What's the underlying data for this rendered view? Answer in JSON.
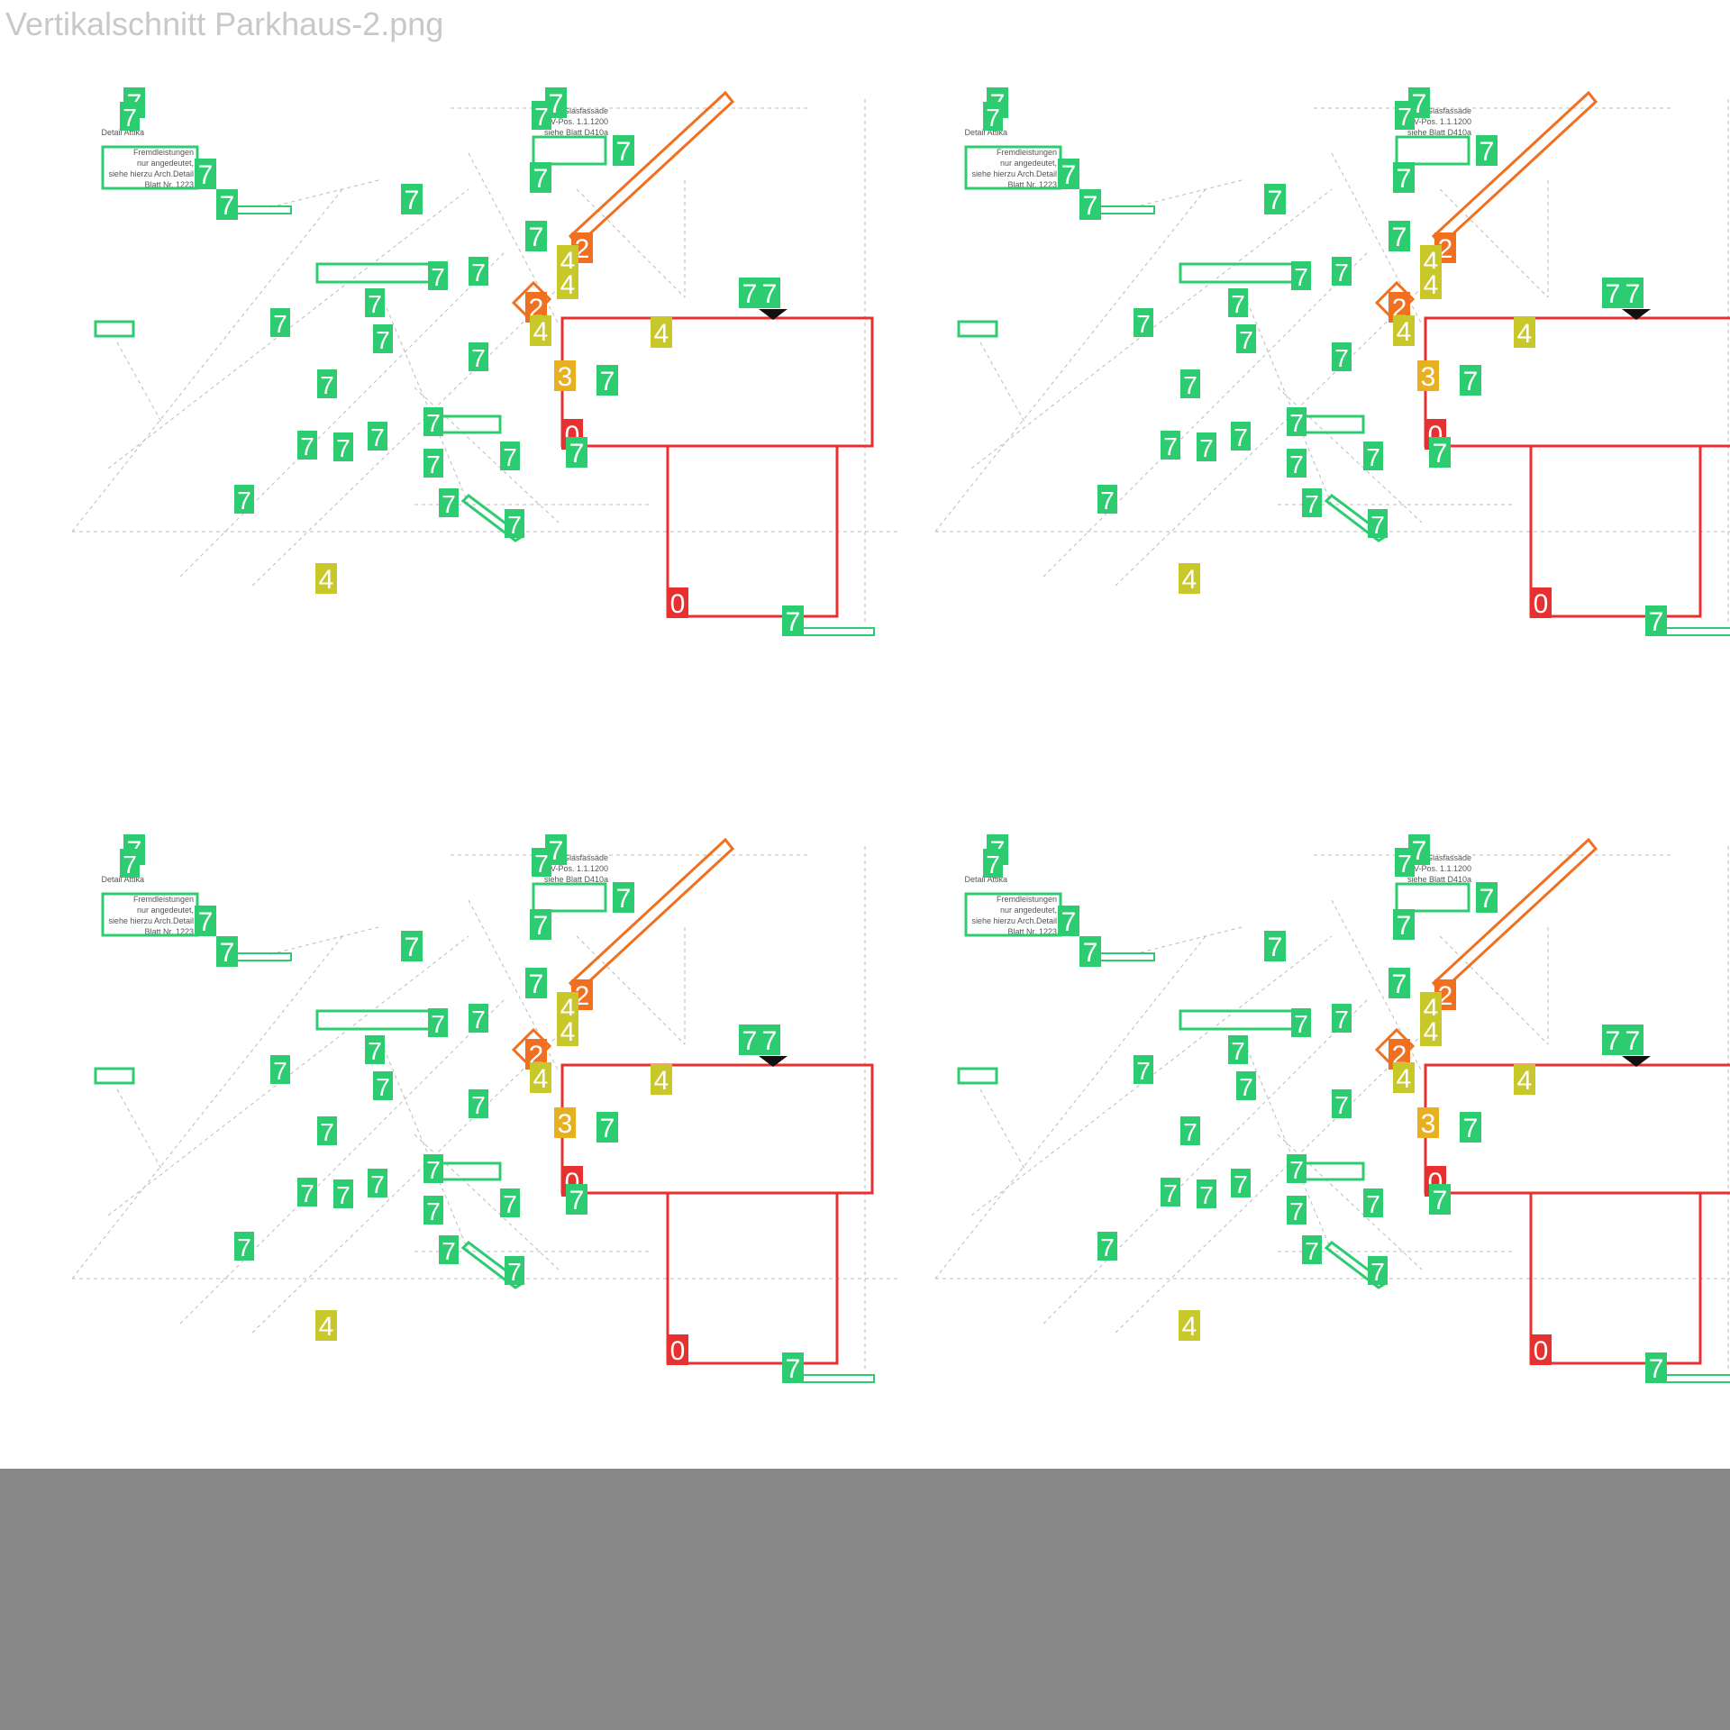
{
  "file_title": "Vertikalschnitt Parkhaus-2.png",
  "colors": {
    "background": "#ffffff",
    "footer_gray": "#888888",
    "label_green": "#2ecc71",
    "label_yellow": "#c8c82a",
    "label_orange": "#f07020",
    "label_amber": "#e8b020",
    "label_red": "#e83030",
    "outline_red": "#e83030",
    "outline_orange": "#f07020",
    "drawing_gray": "#bbbbbb"
  },
  "drawing_text": {
    "detail_attika": "Detail Attika",
    "vorbem": [
      "Fremdleistungen",
      "nur angedeutet,",
      "siehe hierzu Arch.Detail",
      "Blatt Nr. 1223"
    ],
    "detail_glasfassade": [
      "Detail Glasfassade",
      "LV-Pos. 1.1.1200",
      "siehe Blatt D410a"
    ]
  },
  "panels": [
    {
      "id": "top-left",
      "annotations": [
        {
          "label": "7",
          "kind": "green"
        },
        {
          "label": "7",
          "kind": "green"
        },
        {
          "label": "7",
          "kind": "green"
        },
        {
          "label": "7",
          "kind": "green"
        },
        {
          "label": "7",
          "kind": "green"
        },
        {
          "label": "7",
          "kind": "green"
        },
        {
          "label": "7",
          "kind": "green"
        },
        {
          "label": "7",
          "kind": "green"
        },
        {
          "label": "2",
          "kind": "orange"
        },
        {
          "label": "4",
          "kind": "yellow"
        },
        {
          "label": "4",
          "kind": "yellow"
        },
        {
          "label": "2",
          "kind": "orange"
        },
        {
          "label": "4",
          "kind": "yellow"
        },
        {
          "label": "4",
          "kind": "yellow"
        },
        {
          "label": "7",
          "kind": "green"
        },
        {
          "label": "7",
          "kind": "green"
        },
        {
          "label": "3",
          "kind": "amber"
        },
        {
          "label": "7",
          "kind": "green"
        },
        {
          "label": "0",
          "kind": "red"
        },
        {
          "label": "7",
          "kind": "green"
        },
        {
          "label": "0",
          "kind": "red"
        },
        {
          "label": "7",
          "kind": "green"
        },
        {
          "label": "4",
          "kind": "yellow"
        }
      ]
    },
    {
      "id": "top-right"
    },
    {
      "id": "bottom-left"
    },
    {
      "id": "bottom-right"
    }
  ]
}
